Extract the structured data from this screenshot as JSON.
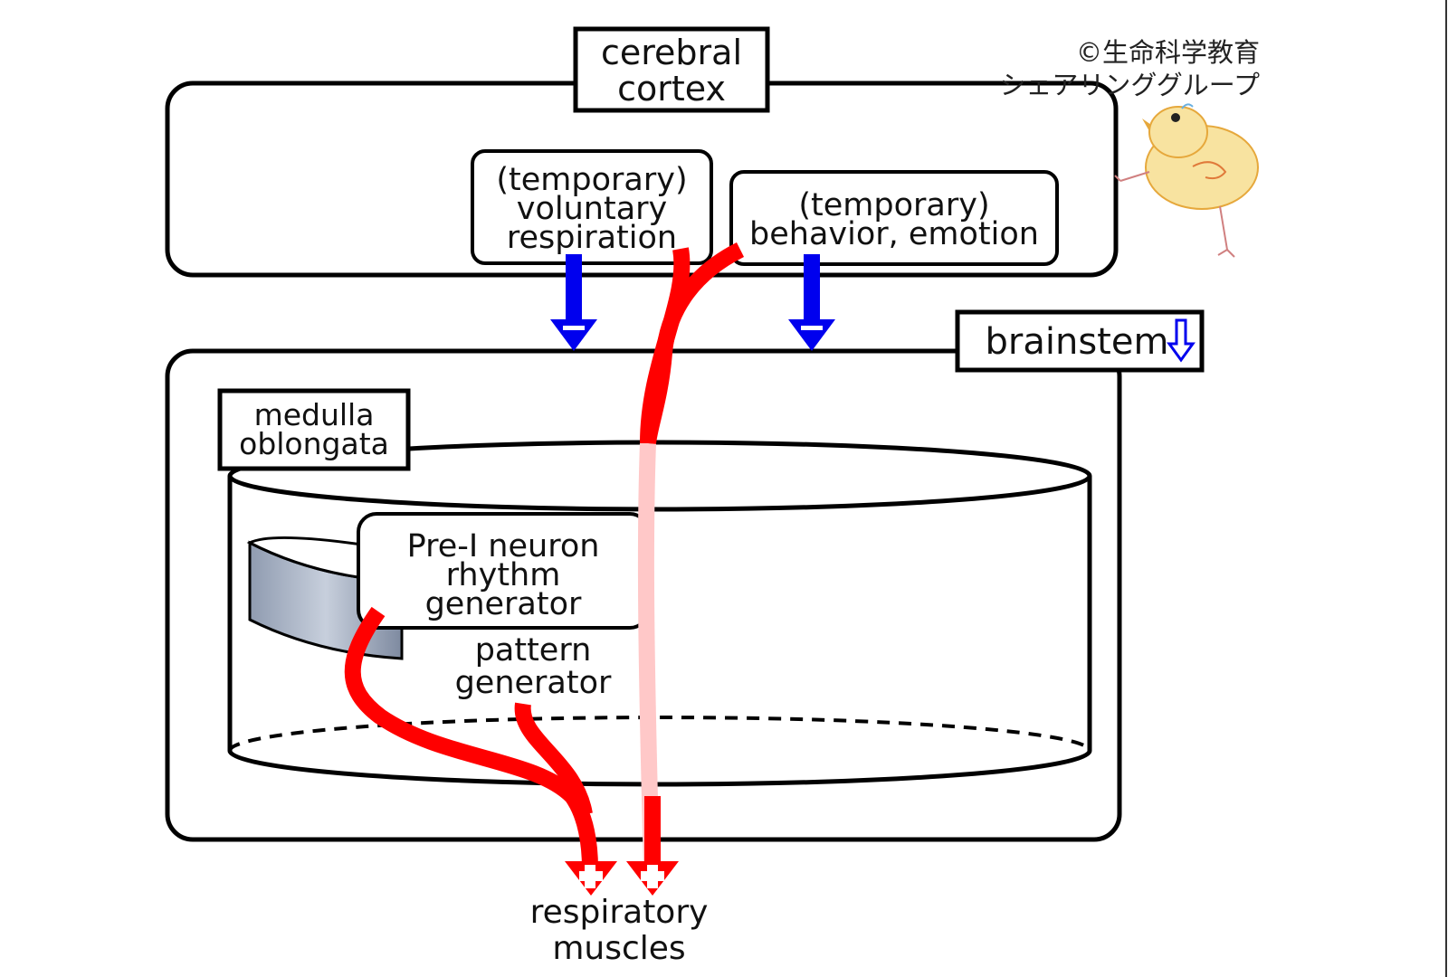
{
  "diagram": {
    "cerebral_cortex": {
      "line1": "cerebral",
      "line2": "cortex"
    },
    "voluntary": {
      "line1": "(temporary)",
      "line2": "voluntary",
      "line3": "respiration"
    },
    "behavior": {
      "line1": "(temporary)",
      "line2": "behavior, emotion"
    },
    "brainstem": {
      "label": "brainstem"
    },
    "medulla": {
      "line1": "medulla",
      "line2": "oblongata"
    },
    "pre_i": {
      "line1": "Pre-I neuron",
      "line2": "rhythm",
      "line3": "generator"
    },
    "pattern": {
      "line1": "pattern",
      "line2": "generator"
    },
    "muscles": {
      "line1": "respiratory",
      "line2": "muscles"
    },
    "inhibitory_symbol": "−",
    "excitatory_symbol": "+"
  },
  "copyright": {
    "line1": "©生命科学教育",
    "line2": "シェアリンググループ"
  },
  "colors": {
    "excitatory": "#ff0000",
    "inhibitory": "#0000ee",
    "voluntary_faded": "#ffc8c8"
  },
  "icons": [
    "chick-illustration-icon",
    "down-arrow-outline-icon"
  ]
}
